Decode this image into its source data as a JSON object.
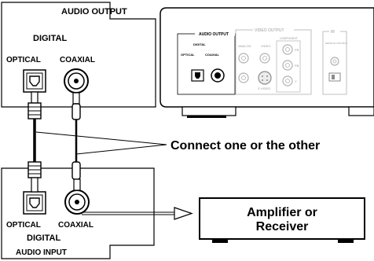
{
  "output_panel": {
    "title": "AUDIO OUTPUT",
    "subtitle": "DIGITAL",
    "optical_label": "OPTICAL",
    "coaxial_label": "COAXIAL"
  },
  "input_panel": {
    "optical_label": "OPTICAL",
    "coaxial_label": "COAXIAL",
    "subtitle": "DIGITAL",
    "title": "AUDIO INPUT"
  },
  "player_rear": {
    "audio_output_label": "AUDIO OUTPUT",
    "digital_label": "DIGITAL",
    "optical_label": "OPTICAL",
    "coaxial_label": "COAXIAL",
    "video_output_label": "VIDEO OUTPUT",
    "component_label": "COMPONENT",
    "analog_label": "ANALOG",
    "video_label": "VIDEO",
    "s_video_label": "S VIDEO",
    "pr_label": "PR",
    "pb_label": "PB",
    "y_label": "Y",
    "ir_label": "IR",
    "remote_control_label": "REMOTE CONTROL"
  },
  "callout": {
    "text": "Connect one or the other"
  },
  "receiver": {
    "line1": "Amplifier or",
    "line2": "Receiver"
  }
}
